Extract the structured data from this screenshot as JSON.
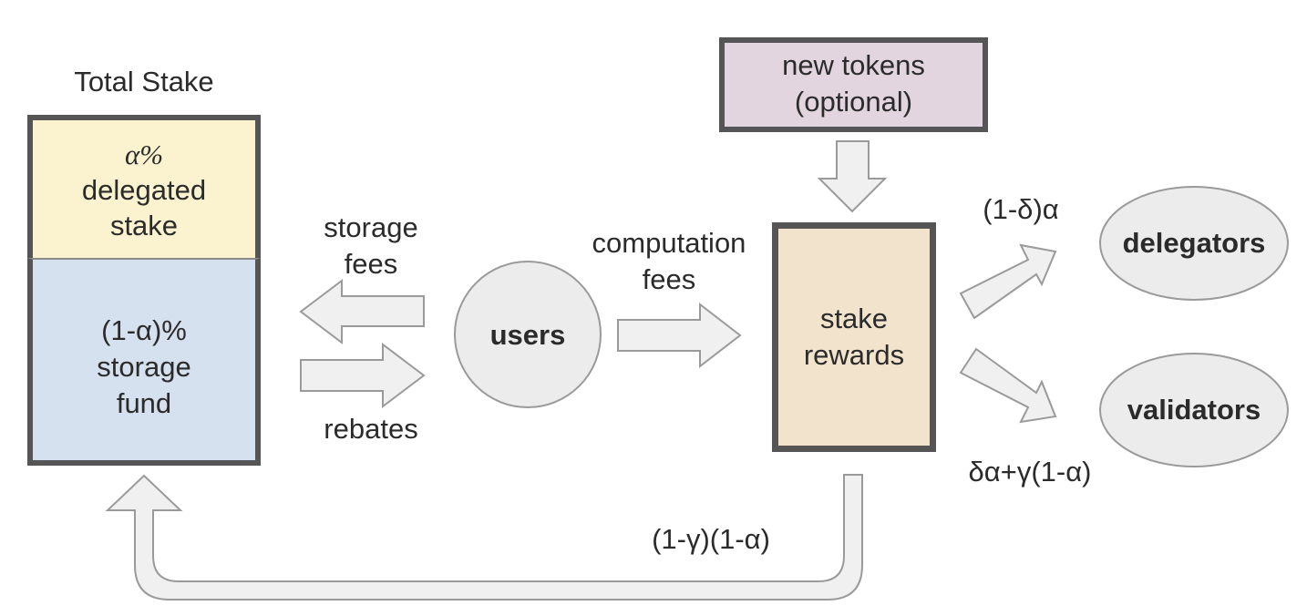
{
  "total_stake": {
    "title": "Total Stake",
    "delegated": {
      "line1": "α%",
      "line2": "delegated",
      "line3": "stake"
    },
    "storage": {
      "line1": "(1-α)%",
      "line2": "storage",
      "line3": "fund"
    }
  },
  "arrows": {
    "storage_fees": {
      "line1": "storage",
      "line2": "fees"
    },
    "rebates": "rebates",
    "computation_fees": {
      "line1": "computation",
      "line2": "fees"
    },
    "to_delegators": "(1-δ)α",
    "to_validators": "δα+γ(1-α)",
    "to_storage_fund": "(1-γ)(1-α)"
  },
  "nodes": {
    "users": "users",
    "stake_rewards": {
      "line1": "stake",
      "line2": "rewards"
    },
    "new_tokens": {
      "line1": "new tokens",
      "line2": "(optional)"
    },
    "delegators": "delegators",
    "validators": "validators"
  },
  "colors": {
    "delegated_fill": "#fbf2cf",
    "storage_fill": "#d6e1ef",
    "stake_rewards_fill": "#f2e4cc",
    "new_tokens_fill": "#e2d5df",
    "node_fill": "#ececec",
    "arrow_fill": "#f0f0f0",
    "border": "#555555"
  }
}
